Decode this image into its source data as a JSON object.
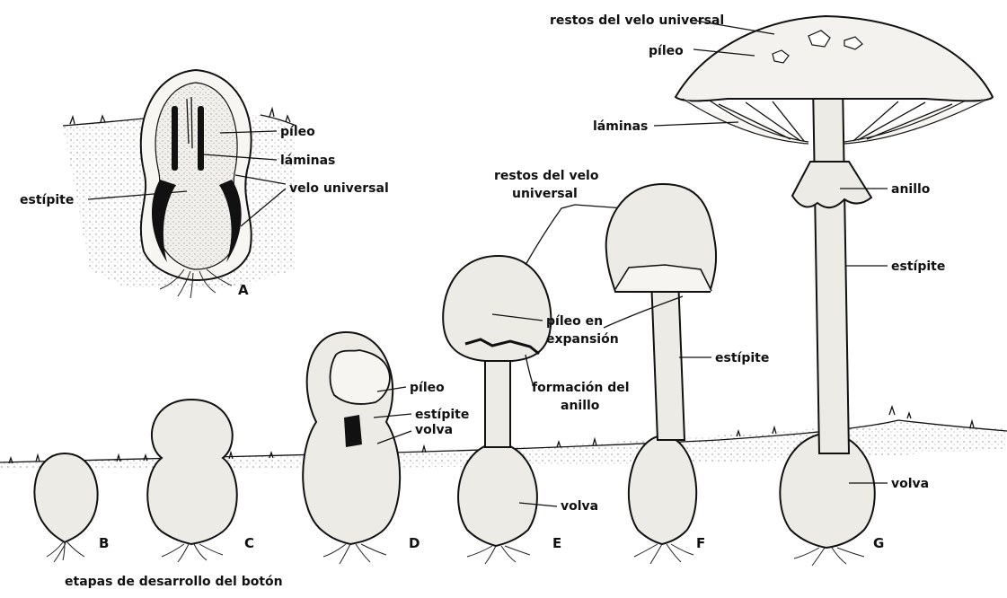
{
  "figure": {
    "stage_labels": {
      "A": "A",
      "B": "B",
      "C": "C",
      "D": "D",
      "E": "E",
      "F": "F",
      "G": "G"
    },
    "caption": "etapas de desarrollo del botón",
    "stageA": {
      "pileo": "píleo",
      "laminas": "láminas",
      "estipite": "estípite",
      "velo_universal": "velo universal"
    },
    "stageD": {
      "pileo": "píleo",
      "estipite": "estípite",
      "volva": "volva"
    },
    "stageE": {
      "restos_line1": "restos del velo",
      "restos_line2": "universal",
      "pileo_exp_line1": "píleo en",
      "pileo_exp_line2": "expansión",
      "formacion_line1": "formación del",
      "formacion_line2": "anillo",
      "volva": "volva"
    },
    "stageF": {
      "estipite": "estípite"
    },
    "stageG": {
      "restos": "restos del velo universal",
      "pileo": "píleo",
      "laminas": "láminas",
      "anillo": "anillo",
      "estipite": "estípite",
      "volva": "volva"
    }
  }
}
